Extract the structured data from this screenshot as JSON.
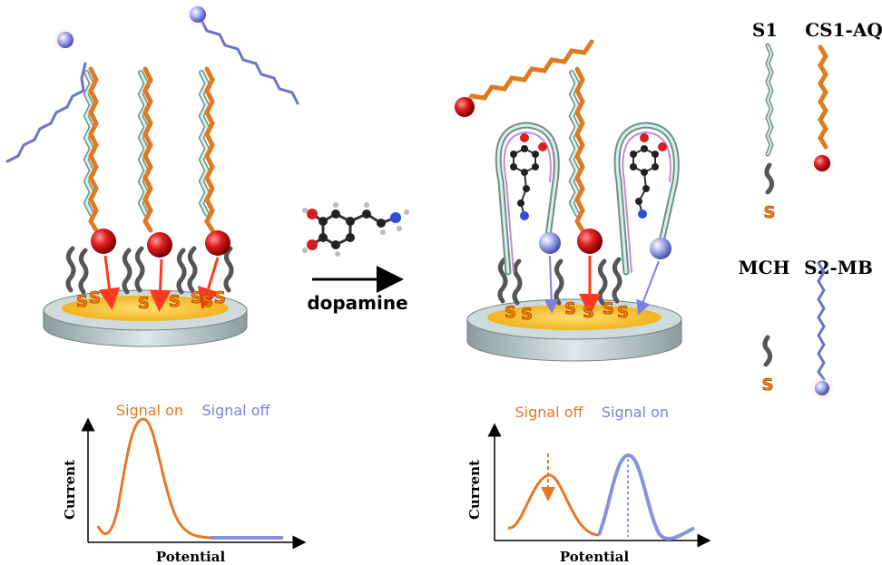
{
  "arrow_label": "dopamine",
  "legend": {
    "s1": "S1",
    "cs1aq": "CS1-AQ",
    "mch": "MCH",
    "s2mb": "S2-MB",
    "sulfur": "S"
  },
  "left_panel": {
    "sulfur_letters": [
      "S",
      "S",
      "S",
      "S",
      "S",
      "S",
      "S"
    ],
    "plot": {
      "signal_on": "Signal on",
      "signal_off": "Signal off",
      "ylabel": "Current",
      "xlabel": "Potential"
    }
  },
  "right_panel": {
    "sulfur_letters": [
      "S",
      "S",
      "S",
      "S",
      "S",
      "S"
    ],
    "plot": {
      "signal_off": "Signal off",
      "signal_on": "Signal on",
      "ylabel": "Current",
      "xlabel": "Potential"
    }
  },
  "colors": {
    "orange": "#e87722",
    "purple": "#8b8fe0",
    "red_ball": "#d81e1e",
    "mint": "#bfe4da",
    "disk_gold": "#f7c23a",
    "disk_gray": "#b9c6c6"
  }
}
